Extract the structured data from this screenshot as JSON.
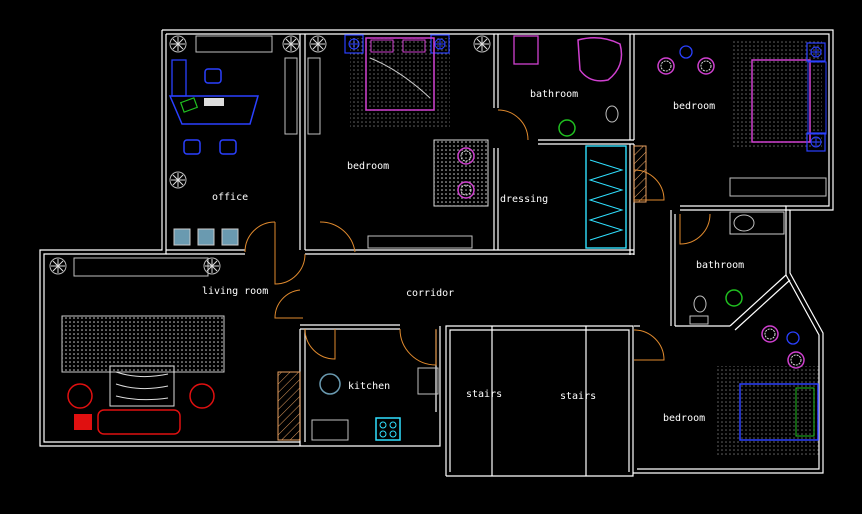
{
  "rooms": {
    "office": "office",
    "bedroom_main": "bedroom",
    "bathroom_top": "bathroom",
    "dressing": "dressing",
    "bedroom_right": "bedroom",
    "living_room": "living room",
    "corridor": "corridor",
    "kitchen": "kitchen",
    "stairs_left": "stairs",
    "stairs_right": "stairs",
    "bathroom_right": "bathroom",
    "bedroom_bottom": "bedroom"
  },
  "colors": {
    "background": "#000000",
    "walls": "#ffffff",
    "furniture_gray": "#bfbfbf",
    "bed_magenta": "#d040d0",
    "plant_blue": "#2a40ff",
    "sofa_red": "#e01010",
    "closet_cyan": "#30e0ff",
    "plant_green": "#20c020",
    "door_orange": "#e08a2e",
    "wall_hatch": "#e8a060"
  },
  "icons": [
    "plant-icon",
    "bed-icon",
    "sofa-icon",
    "bathtub-icon",
    "toilet-icon",
    "stove-icon",
    "sink-icon",
    "desk-icon"
  ]
}
